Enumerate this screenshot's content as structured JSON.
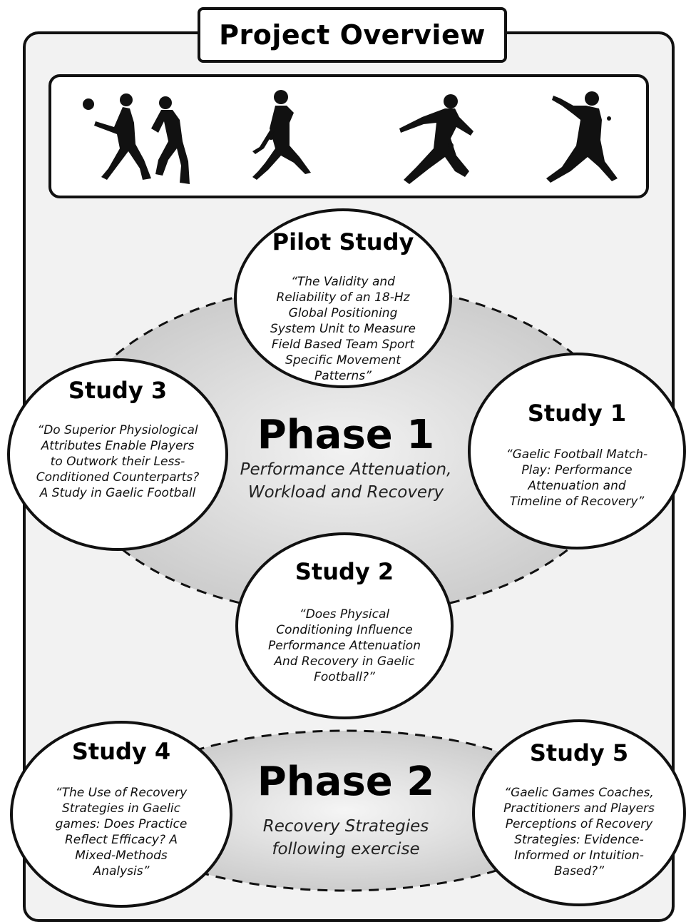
{
  "title": "Project Overview",
  "sport_figures": [
    "handball-player-icon",
    "gaelic-footballer-icon",
    "hurler-icon",
    "camogie-player-icon",
    "hurler-striking-icon"
  ],
  "colors": {
    "frame": "#111111",
    "panel": "#f2f2f2",
    "ellipse_fill": "#d9d9d9"
  },
  "studies": {
    "pilot": {
      "title": "Pilot Study",
      "desc": "“The Validity and Reliability of an 18-Hz Global Positioning System Unit to Measure Field Based Team Sport Specific Movement Patterns”"
    },
    "study1": {
      "title": "Study 1",
      "desc": "“Gaelic Football Match-Play: Performance Attenuation and Timeline of Recovery”"
    },
    "study2": {
      "title": "Study 2",
      "desc": "“Does Physical Conditioning Influence Performance Attenuation And Recovery in Gaelic Football?”"
    },
    "study3": {
      "title": "Study 3",
      "desc": "“Do Superior Physiological Attributes Enable Players to Outwork their Less-Conditioned Counterparts? A Study in Gaelic Football"
    },
    "study4": {
      "title": "Study 4",
      "desc": "“The Use of Recovery Strategies in Gaelic games: Does Practice Reflect Efficacy? A Mixed-Methods Analysis”"
    },
    "study5": {
      "title": "Study 5",
      "desc": "“Gaelic Games Coaches, Practitioners and Players Perceptions of Recovery Strategies: Evidence-Informed or Intuition-Based?”"
    }
  },
  "phase1": {
    "title": "Phase 1",
    "subtitle_line1": "Performance Attenuation,",
    "subtitle_line2": "Workload and Recovery"
  },
  "phase2": {
    "title": "Phase 2",
    "subtitle_line1": "Recovery Strategies",
    "subtitle_line2": "following exercise"
  }
}
